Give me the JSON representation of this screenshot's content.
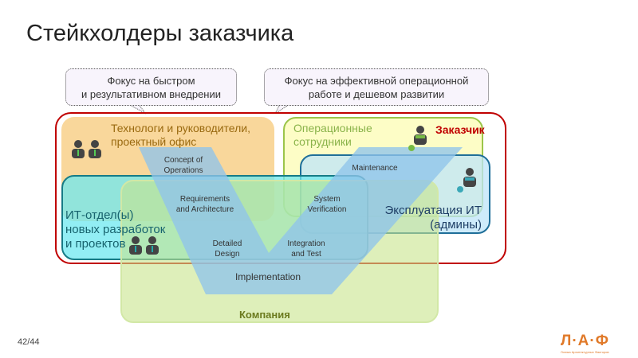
{
  "title": "Стейкхолдеры заказчика",
  "callouts": [
    {
      "line1": "Фокус на быстром",
      "line2": "и результативном внедрении"
    },
    {
      "line1": "Фокус на эффективной операционной",
      "line2": "работе и дешевом развитии"
    }
  ],
  "groups": {
    "customer": "Заказчик",
    "technologists_1": "Технологи и руководители,",
    "technologists_2": "проектный офис",
    "operations_1": "Операционные",
    "operations_2": "сотрудники",
    "it_dept_1": "ИТ-отдел(ы)",
    "it_dept_2": "новых разработок",
    "it_dept_3": "и проектов",
    "it_ops_1": "Эксплуатация ИТ",
    "it_ops_2": "(админы)",
    "company": "Компания"
  },
  "v_model": {
    "concept_1": "Concept of",
    "concept_2": "Operations",
    "req_1": "Requirements",
    "req_2": "and Architecture",
    "design_1": "Detailed",
    "design_2": "Design",
    "impl": "Implementation",
    "integ_1": "Integration",
    "integ_2": "and Test",
    "sysver_1": "System",
    "sysver_2": "Verification",
    "maint": "Maintenance"
  },
  "footer": {
    "page": "42/44",
    "logo": "Л·А·Ф",
    "logo_sub": "Логика Архитектурных Факторов"
  },
  "colors": {
    "red": "#c00000",
    "orange": "#f9c96b",
    "blue_v": "#8fc4ea",
    "accent": "#e07a2a"
  }
}
